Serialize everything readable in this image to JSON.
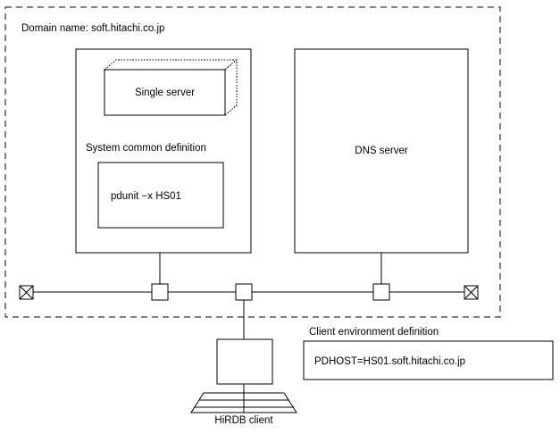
{
  "diagram": {
    "title": "HiRDB single server with DNS configuration",
    "domain_region": {
      "label": "Domain name:  soft.hitachi.co.jp",
      "border_style": "dashed"
    },
    "server_box": {
      "single_server_label": "Single server",
      "system_common_definition_label": "System common definition",
      "pdunit_operand": "pdunit  −x HS01"
    },
    "dns_box": {
      "label": "DNS server"
    },
    "network": {
      "left_terminator": "bus-terminator",
      "right_terminator": "bus-terminator",
      "tap_count": 4
    },
    "client": {
      "label": "HiRDB client",
      "env_def_title": "Client environment definition",
      "env_def_value": "PDHOST=HS01.soft.hitachi.co.jp"
    },
    "colors": {
      "line": "#000000",
      "background": "#ffffff",
      "text": "#000000"
    }
  }
}
